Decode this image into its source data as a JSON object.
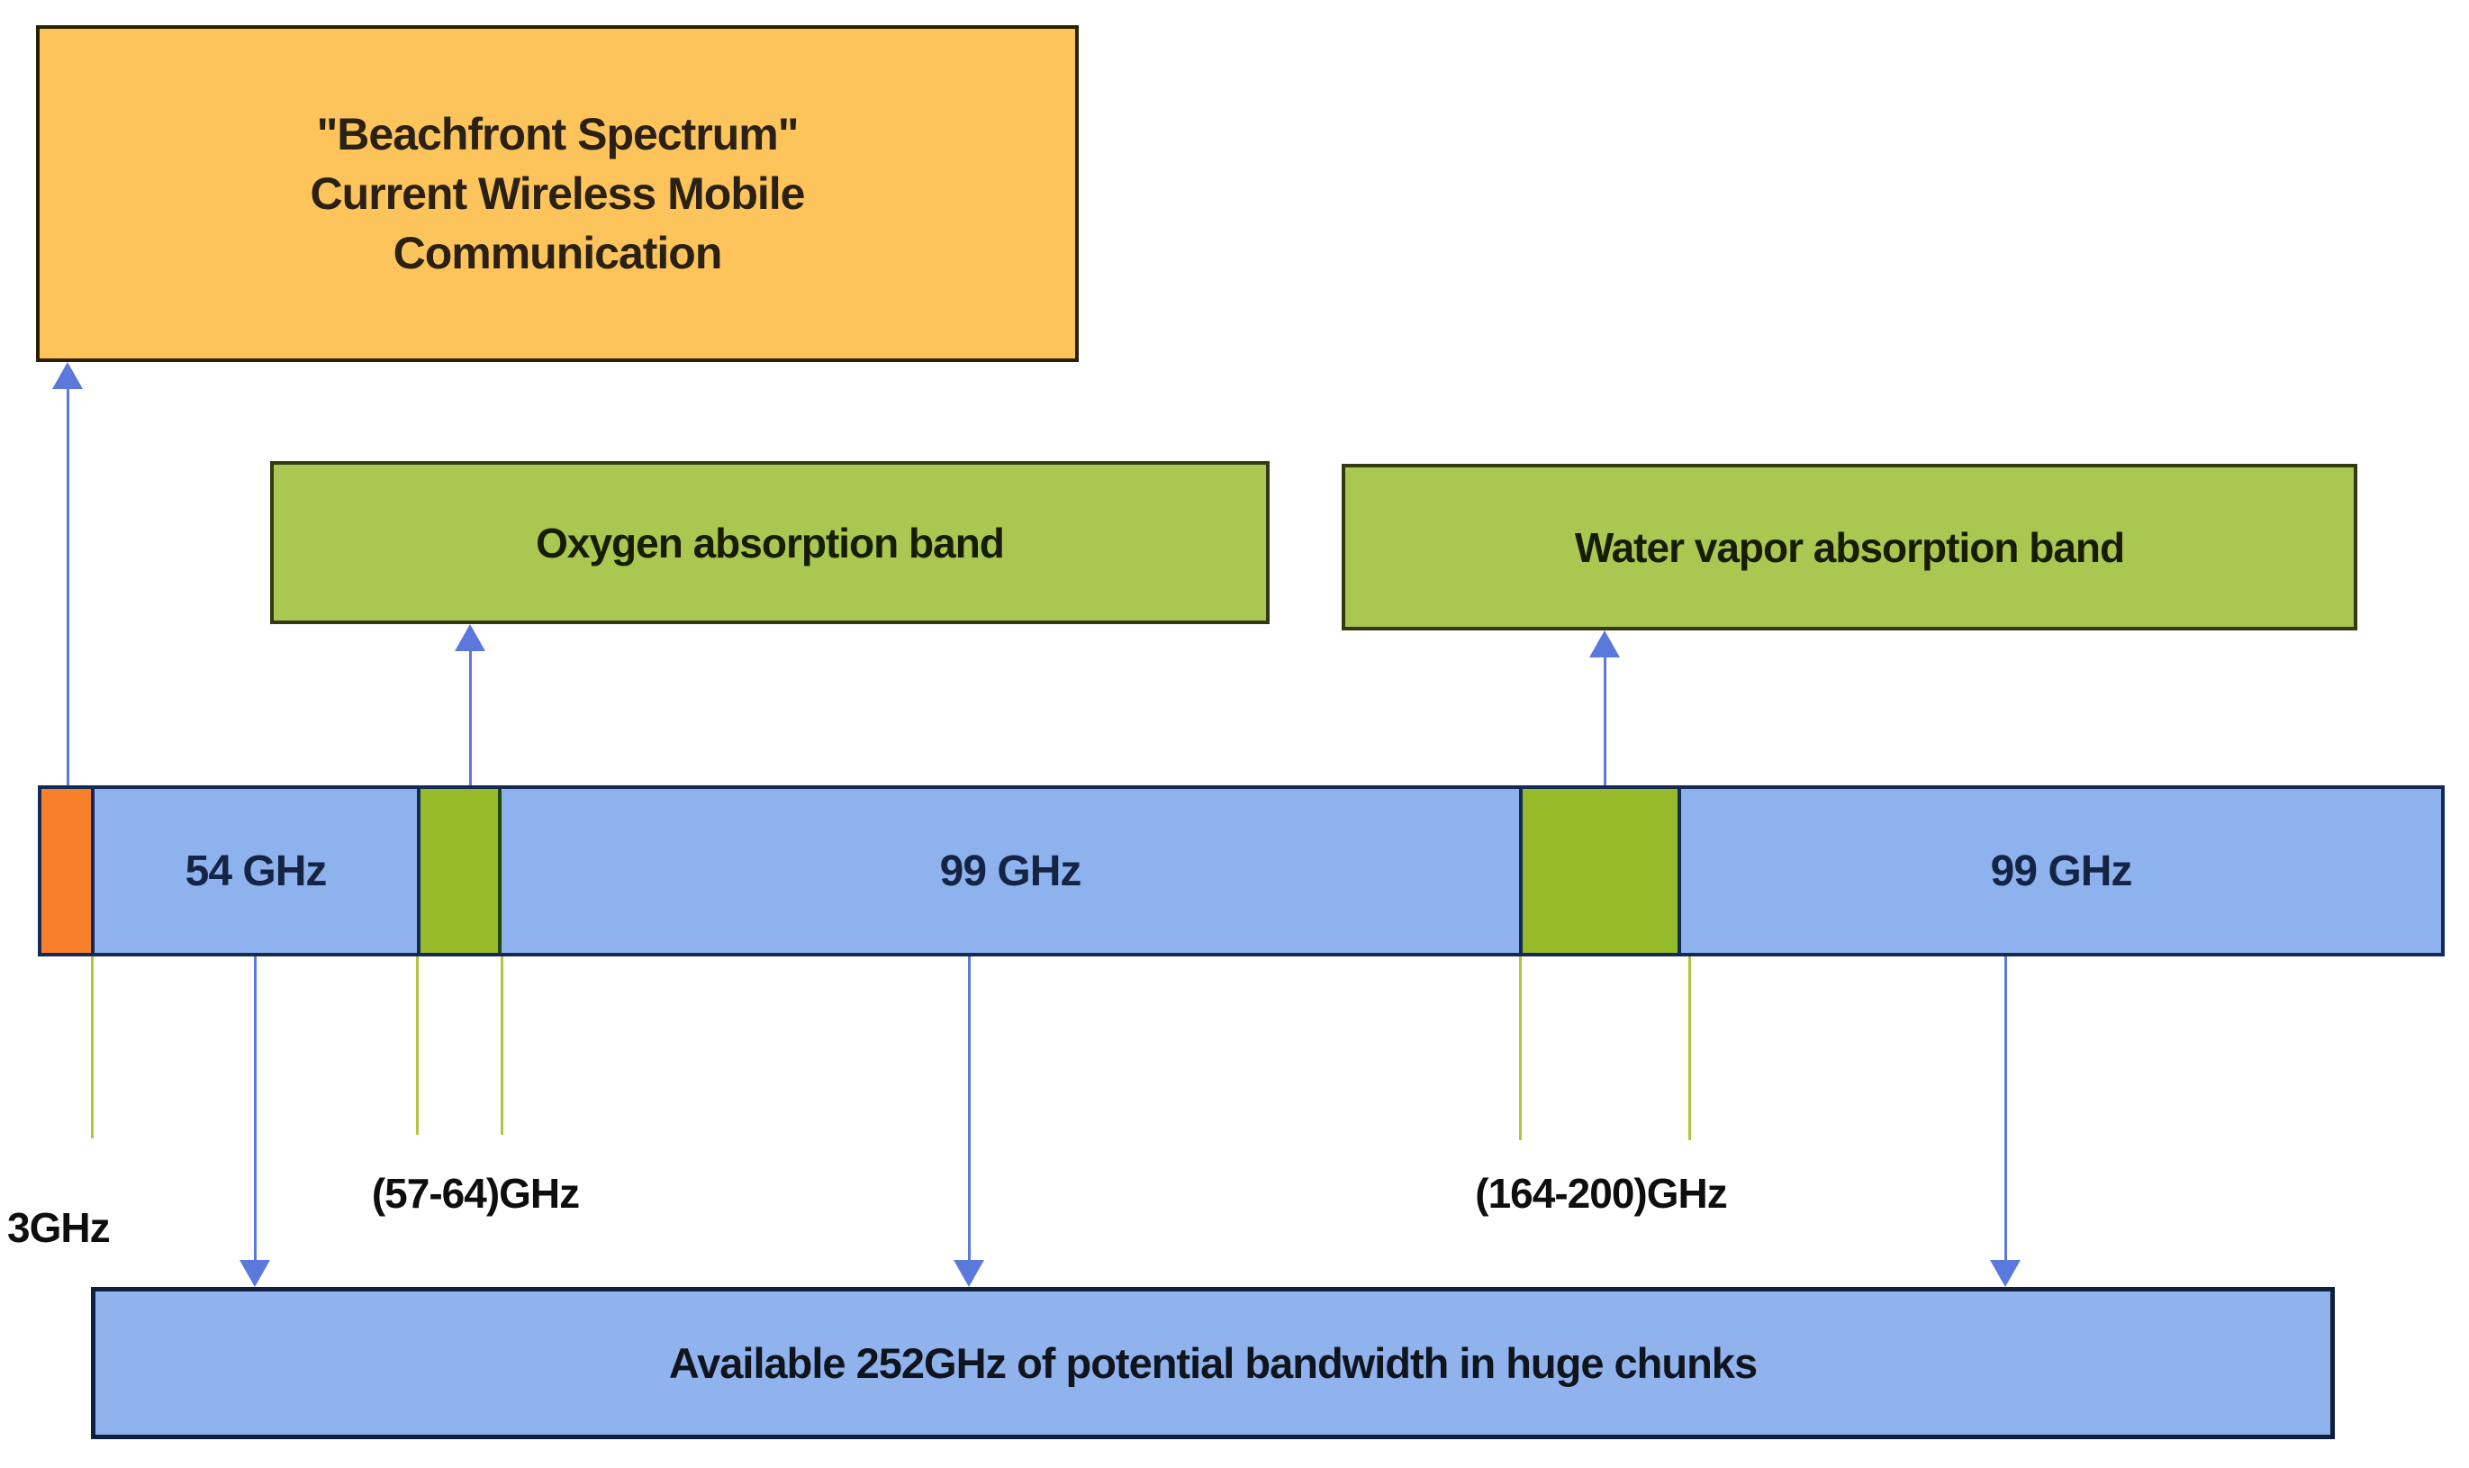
{
  "title_box": {
    "line1": "\"Beachfront Spectrum\"",
    "line2": "Current Wireless Mobile",
    "line3": "Communication"
  },
  "absorption_boxes": {
    "oxygen_label": "Oxygen absorption band",
    "water_label": "Water vapor absorption band"
  },
  "spectrum_bar": {
    "segments": [
      {
        "kind": "occupied-orange",
        "label": ""
      },
      {
        "kind": "available-blue",
        "label": "54 GHz"
      },
      {
        "kind": "absorption-green",
        "label": ""
      },
      {
        "kind": "available-blue",
        "label": "99 GHz"
      },
      {
        "kind": "absorption-green",
        "label": ""
      },
      {
        "kind": "available-blue",
        "label": "99 GHz"
      }
    ]
  },
  "frequency_labels": {
    "start": "3GHz",
    "oxygen_range": "(57-64)GHz",
    "water_range": "(164-200)GHz"
  },
  "bottom_box": {
    "label": "Available 252GHz of potential bandwidth in huge chunks"
  },
  "colors": {
    "title_fill": "#FDC45C",
    "absorption_fill": "#A9C751",
    "bar_fill": "#8DB2EE",
    "bar_border": "#152A52",
    "orange_segment": "#F8802B",
    "green_segment": "#97BA2A",
    "arrow_blue": "#5B78DC",
    "tick_yellow_green": "#B5C43F",
    "bottom_fill": "#90B3EE"
  }
}
